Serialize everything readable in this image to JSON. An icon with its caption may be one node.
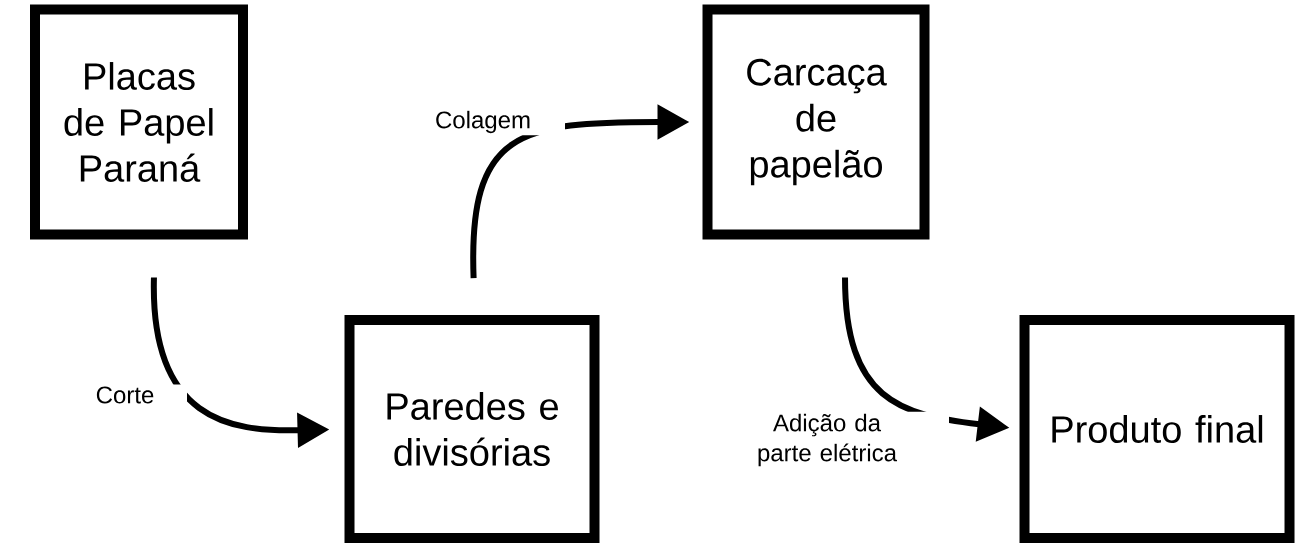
{
  "diagram": {
    "nodes": [
      {
        "text": [
          "Placas de Papel Paraná"
        ]
      },
      {
        "text": [
          "Paredes e divisórias"
        ]
      },
      {
        "text": [
          "Carcaça de papelão"
        ]
      },
      {
        "text": [
          "Produto final"
        ]
      }
    ],
    "edges": [
      {
        "from": 0,
        "to": 1,
        "arrow": "to",
        "label": "Corte"
      },
      {
        "from": 1,
        "to": 2,
        "arrow": "to",
        "label": "Colagem"
      },
      {
        "from": 2,
        "to": 3,
        "arrow": "to",
        "label": "Adição da parte elétrica"
      }
    ]
  }
}
